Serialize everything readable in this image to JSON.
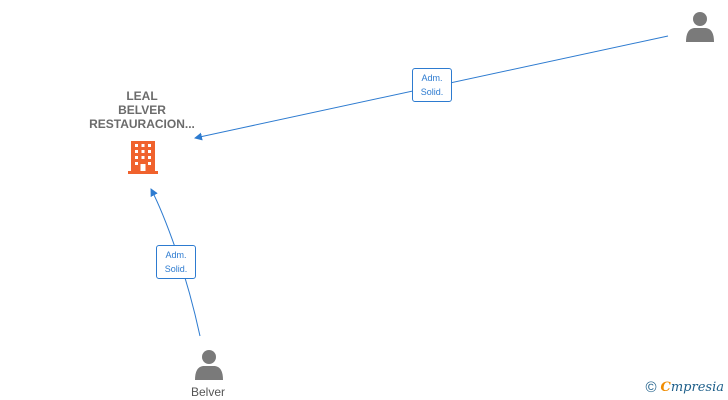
{
  "company": {
    "name_lines": [
      "LEAL",
      "BELVER",
      "RESTAURACION..."
    ],
    "icon": "building-icon",
    "color": "#f0622d"
  },
  "persons": [
    {
      "label": "",
      "icon": "person-icon"
    },
    {
      "label": "Belver",
      "icon": "person-icon"
    }
  ],
  "edges": [
    {
      "label_lines": [
        "Adm.",
        "Solid."
      ]
    },
    {
      "label_lines": [
        "Adm.",
        "Solid."
      ]
    }
  ],
  "footer": {
    "copyright_symbol": "©",
    "brand_first": "C",
    "brand_rest": "mpresia"
  },
  "colors": {
    "edge": "#2d7bd0",
    "person": "#7a7a7a"
  }
}
